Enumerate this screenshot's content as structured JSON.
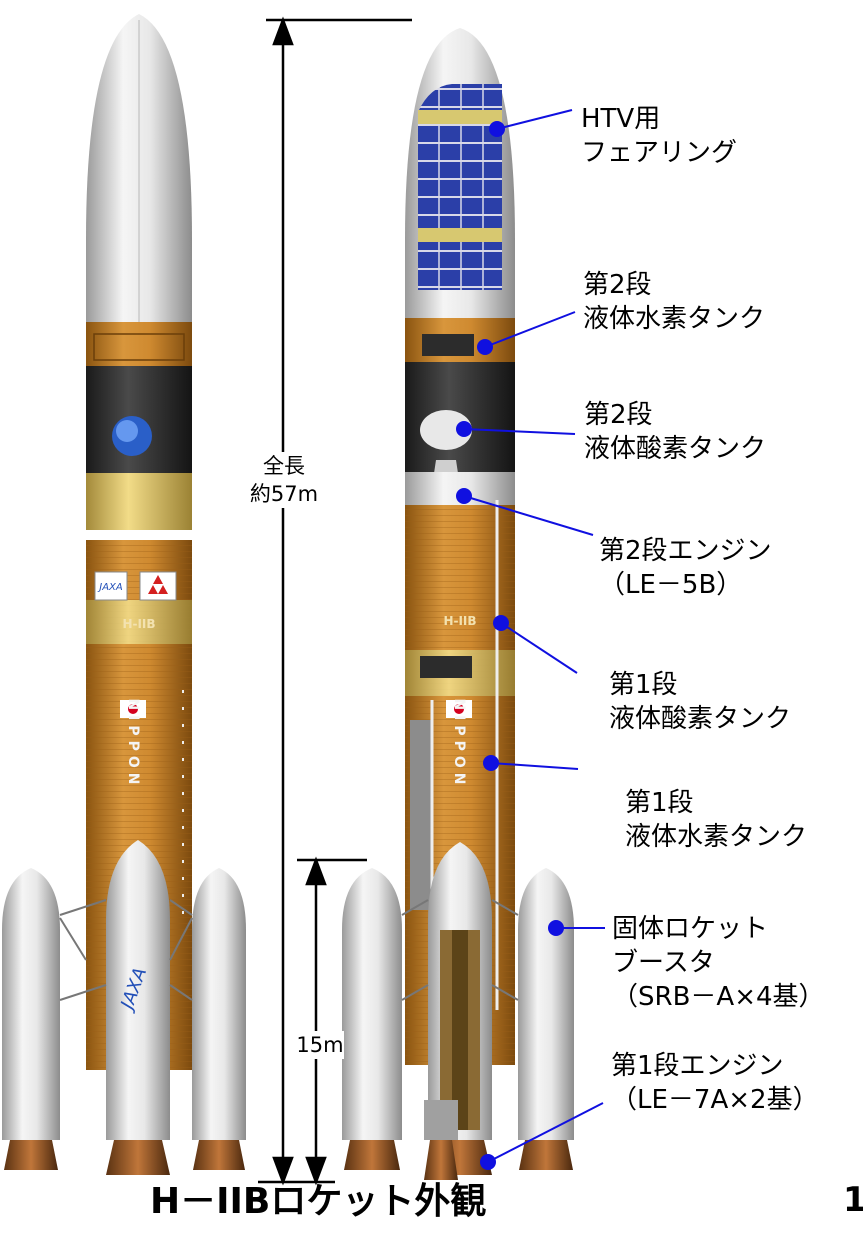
{
  "title": "H－IIBロケット外観",
  "page_number": "1",
  "dimensions": {
    "total_length": [
      "全長",
      "約57m"
    ],
    "booster_length": "15m"
  },
  "left_rocket": {
    "logo_text": "JAXA",
    "vehicle_text": "H-IIB",
    "nippon_text": "NIPPON",
    "booster_logo": "JAXA"
  },
  "right_rocket": {
    "vehicle_text": "H-IIB",
    "nippon_text": "NIPPON"
  },
  "callouts": [
    {
      "lines": [
        "HTV用",
        "フェアリング"
      ]
    },
    {
      "lines": [
        "第2段",
        "液体水素タンク"
      ]
    },
    {
      "lines": [
        "第2段",
        "液体酸素タンク"
      ]
    },
    {
      "lines": [
        "第2段エンジン",
        "（LE－5B）"
      ]
    },
    {
      "lines": [
        "第1段",
        "液体酸素タンク"
      ]
    },
    {
      "lines": [
        "第1段",
        "液体水素タンク"
      ]
    },
    {
      "lines": [
        "固体ロケット",
        "ブースタ",
        "（SRB－A×4基）"
      ]
    },
    {
      "lines": [
        "第1段エンジン",
        "（LE－7A×2基）"
      ]
    }
  ],
  "colors": {
    "fairing": "#e6e6e6",
    "core_orange": "#c9822c",
    "callout_dot": "#1010e0",
    "htv_blue": "#2b3fa8"
  }
}
